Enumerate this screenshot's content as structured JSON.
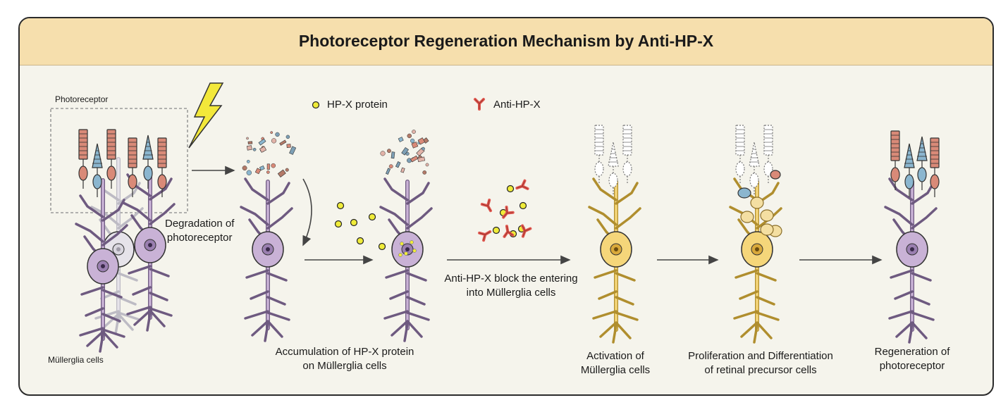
{
  "title": "Photoreceptor Regeneration Mechanism by Anti-HP-X",
  "legend": {
    "hpx_protein": "HP-X protein",
    "anti_hpx": "Anti-HP-X"
  },
  "labels": {
    "photoreceptor": "Photoreceptor",
    "mullerglia_cells": "Müllerglia cells",
    "degradation": "Degradation of\nphotoreceptor",
    "accumulation": "Accumulation of HP-X protein\non Müllerglia cells",
    "block": "Anti-HP-X block the entering\ninto Müllerglia cells",
    "activation": "Activation of\nMüllerglia cells",
    "proliferation": "Proliferation and Differentiation\nof retinal precursor cells",
    "regeneration": "Regeneration of\nphotoreceptor"
  },
  "colors": {
    "title_band": "#f6dfad",
    "background": "#f5f4ec",
    "mullerglia_purple": "#c9b2d6",
    "activated_yellow": "#f5d67a",
    "hpx_protein": "#f0ec3a",
    "antibody": "#e0574f",
    "rod": "#d98a78",
    "cone": "#8bb6cf"
  }
}
